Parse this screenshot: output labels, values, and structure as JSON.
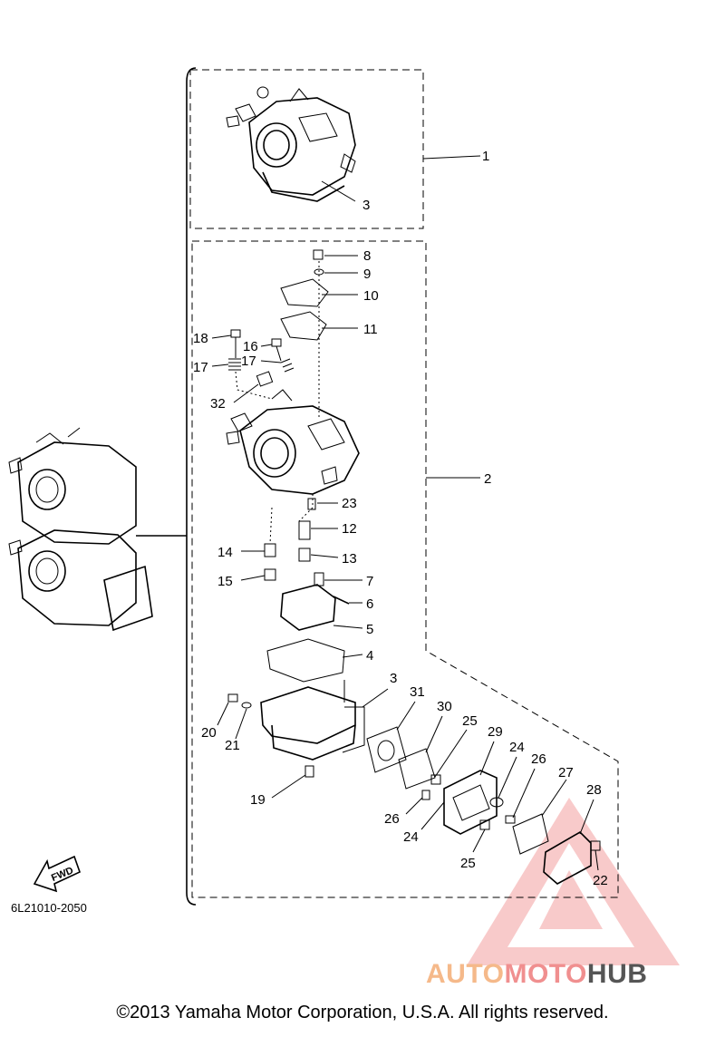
{
  "diagram_code": "6L21010-2050",
  "copyright": "©2013 Yamaha Motor Corporation, U.S.A. All rights reserved.",
  "watermark": {
    "part1": "AUTO",
    "part2": "MOTO",
    "part3": "HUB",
    "colors": {
      "auto": "#f5b98a",
      "moto": "#f08f8f",
      "hub": "#555555"
    }
  },
  "direction_label": "FWD",
  "callouts": [
    "1",
    "3",
    "8",
    "9",
    "10",
    "11",
    "18",
    "16",
    "17",
    "17",
    "32",
    "2",
    "23",
    "12",
    "14",
    "13",
    "15",
    "7",
    "6",
    "5",
    "4",
    "3",
    "31",
    "30",
    "25",
    "29",
    "24",
    "26",
    "27",
    "20",
    "21",
    "28",
    "19",
    "26",
    "24",
    "25",
    "22"
  ]
}
